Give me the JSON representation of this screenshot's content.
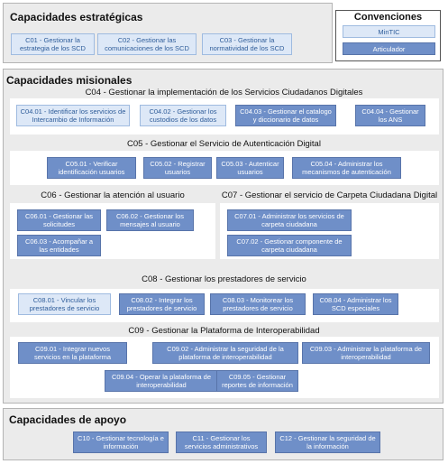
{
  "estrategicas": {
    "title": "Capacidades estratégicas",
    "boxes": [
      {
        "label": "C01 - Gestionar la estrategia de los SCD",
        "style": "light"
      },
      {
        "label": "C02 - Gestionar las comunicaciones de los SCD",
        "style": "light"
      },
      {
        "label": "C03 - Gestionar la normatividad de los SCD",
        "style": "light"
      }
    ]
  },
  "convenciones": {
    "title": "Convenciones",
    "mintic": "MinTIC",
    "articulador": "Articulador"
  },
  "misionales": {
    "title": "Capacidades misionales",
    "c04": {
      "title": "C04 - Gestionar la implementación de los Servicios Ciudadanos Digitales",
      "boxes": [
        {
          "label": "C04.01 - Identificar los servicios de Intercambio de Información",
          "style": "light"
        },
        {
          "label": "C04.02 - Gestionar los custodios de los datos",
          "style": "light"
        },
        {
          "label": "C04.03 - Gestionar el catalogo y diccionario de datos",
          "style": "dark"
        },
        {
          "label": "C04.04 - Gestionar los ANS",
          "style": "dark"
        }
      ]
    },
    "c05": {
      "title": "C05 - Gestionar el Servicio de Autenticación Digital",
      "boxes": [
        {
          "label": "C05.01 - Verificar identificación usuarios",
          "style": "dark"
        },
        {
          "label": "C05.02 - Registrar usuarios",
          "style": "dark"
        },
        {
          "label": "C05.03 - Autenticar usuarios",
          "style": "dark"
        },
        {
          "label": "C05.04 - Administrar los mecanismos de autenticación",
          "style": "dark"
        }
      ]
    },
    "c06": {
      "title": "C06 - Gestionar la atención al usuario",
      "boxes": [
        {
          "label": "C06.01 - Gestionar las solicitudes",
          "style": "dark"
        },
        {
          "label": "C06.02 - Gestionar los mensajes al usuario",
          "style": "dark"
        },
        {
          "label": "C06.03 - Acompañar a las entidades",
          "style": "dark"
        }
      ]
    },
    "c07": {
      "title": "C07 - Gestionar el servicio de Carpeta Ciudadana Digital",
      "boxes": [
        {
          "label": "C07.01 - Administrar los servicios de carpeta ciudadana",
          "style": "dark"
        },
        {
          "label": "C07.02 - Gestionar componente de carpeta ciudadana",
          "style": "dark"
        }
      ]
    },
    "c08": {
      "title": "C08 - Gestionar los prestadores de servicio",
      "boxes": [
        {
          "label": "C08.01 - Vincular los prestadores de servicio",
          "style": "light"
        },
        {
          "label": "C08.02 - Integrar los prestadores de servicio",
          "style": "dark"
        },
        {
          "label": "C08.03 - Monitorear los prestadores de servicio",
          "style": "dark"
        },
        {
          "label": "C08.04 - Administrar los SCD especiales",
          "style": "dark"
        }
      ]
    },
    "c09": {
      "title": "C09 - Gestionar la Plataforma de Interoperabilidad",
      "boxes": [
        {
          "label": "C09.01 - Integrar nuevos servicios en la plataforma",
          "style": "dark"
        },
        {
          "label": "C09.02 - Administrar la seguridad de la plataforma de interoperabilidad",
          "style": "dark"
        },
        {
          "label": "C09.03 - Administrar la plataforma de interoperabilidad",
          "style": "dark"
        },
        {
          "label": "C09.04 - Operar la plataforma de interoperabilidad",
          "style": "dark"
        },
        {
          "label": "C09.05 - Gestionar reportes de información",
          "style": "dark"
        }
      ]
    }
  },
  "apoyo": {
    "title": "Capacidades de apoyo",
    "boxes": [
      {
        "label": "C10 - Gestionar tecnología e información",
        "style": "dark"
      },
      {
        "label": "C11 - Gestionar los servicios administrativos",
        "style": "dark"
      },
      {
        "label": "C12 - Gestionar la seguridad de la información",
        "style": "dark"
      }
    ]
  }
}
